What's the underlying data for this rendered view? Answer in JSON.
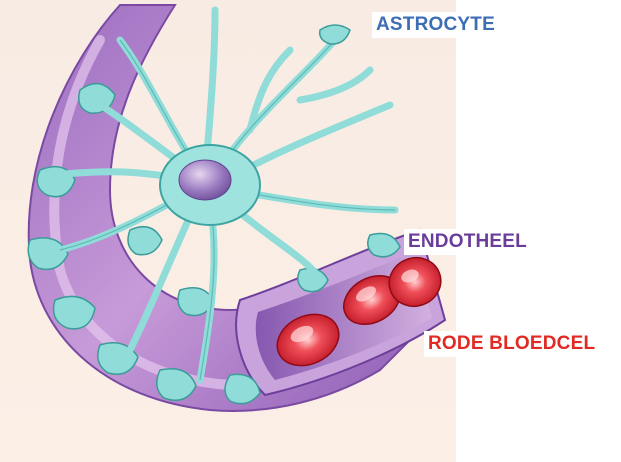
{
  "labels": {
    "astrocyte": "ASTROCYTE",
    "endotheel": "ENDOTHEEL",
    "rode_bloedcel": "RODE BLOEDCEL"
  },
  "colors": {
    "astrocyte_label": "#3d6eb4",
    "endotheel_label": "#6a3d9a",
    "rode_bloedcel_label": "#e02a23",
    "background": "#fbeee4",
    "astrocyte": "#8fdcd8",
    "vessel": "#b383c9",
    "blood_cell": "#d81d2a"
  }
}
